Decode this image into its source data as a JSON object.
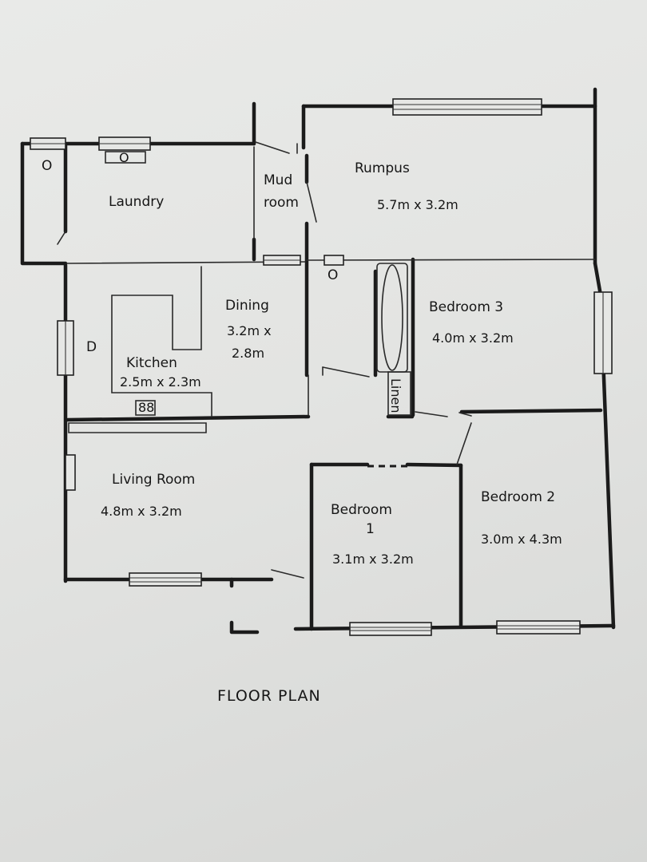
{
  "title": "FLOOR PLAN",
  "rooms": {
    "laundry": {
      "name": "Laundry"
    },
    "mud_room": {
      "name_line1": "Mud",
      "name_line2": "room"
    },
    "rumpus": {
      "name": "Rumpus",
      "size": "5.7m x 3.2m"
    },
    "dining": {
      "name": "Dining",
      "size_line1": "3.2m x",
      "size_line2": "2.8m"
    },
    "kitchen": {
      "name": "Kitchen",
      "size": "2.5m x 2.3m"
    },
    "bedroom3": {
      "name": "Bedroom 3",
      "size": "4.0m x 3.2m"
    },
    "linen": {
      "name": "Linen"
    },
    "living": {
      "name": "Living Room",
      "size": "4.8m x 3.2m"
    },
    "bedroom1": {
      "name_line1": "Bedroom",
      "name_line2": "1",
      "size": "3.1m x 3.2m"
    },
    "bedroom2": {
      "name": "Bedroom 2",
      "size": "3.0m x 4.3m"
    }
  },
  "symbols": {
    "washer": "O",
    "laundry_tub": "O",
    "hall_basin": "O",
    "fridge": "D",
    "cooktop": "88"
  }
}
